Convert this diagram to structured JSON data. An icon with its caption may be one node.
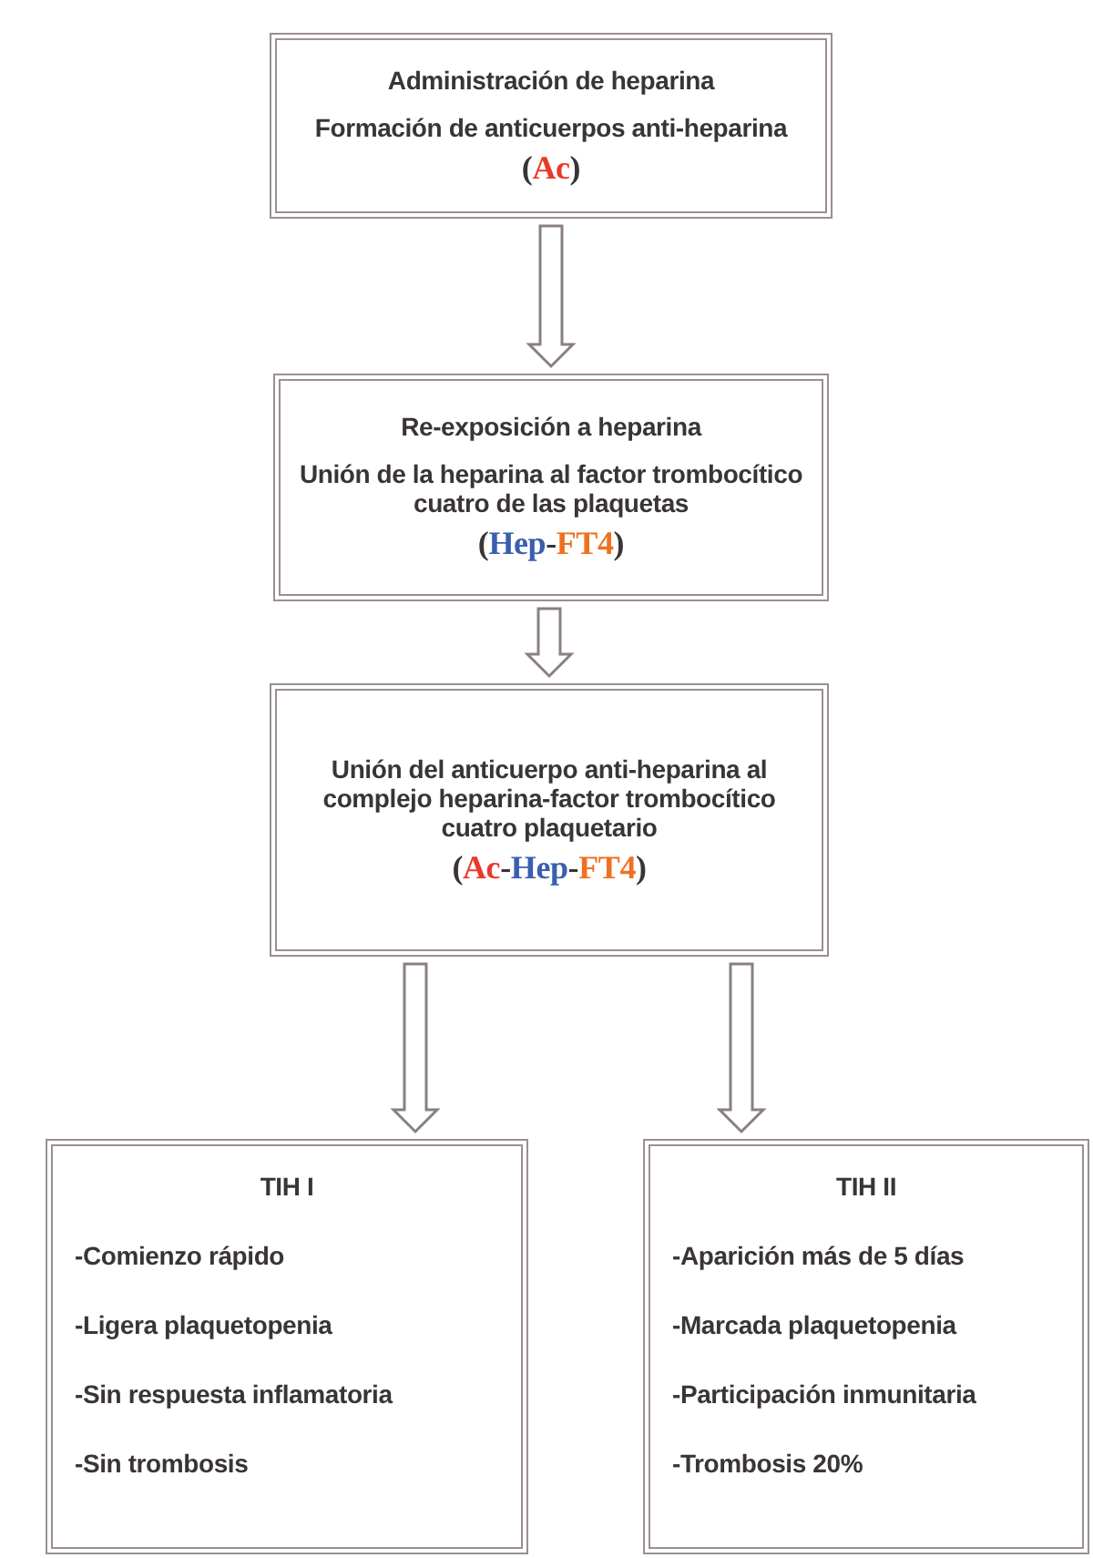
{
  "diagram": {
    "nodes": [
      {
        "text": [
          "Administración de heparina",
          "Formación de anticuerpos anti-heparina",
          "(Ac)"
        ]
      },
      {
        "text": [
          "Re-exposición a heparina",
          "Unión de la heparina al factor trombocítico cuatro de las plaquetas",
          "(Hep-FT4)"
        ]
      },
      {
        "text": [
          "Unión del anticuerpo anti-heparina al complejo heparina-factor trombocítico cuatro plaquetario",
          "(Ac-Hep-FT4)"
        ]
      },
      {
        "text": [
          "TIH I",
          "-Comienzo rápido",
          "-Ligera plaquetopenia",
          "-Sin respuesta inflamatoria",
          "-Sin trombosis"
        ]
      },
      {
        "text": [
          "TIH II",
          "-Aparición más de 5 días",
          "-Marcada plaquetopenia",
          "-Participación inmunitaria",
          "-Trombosis 20%"
        ]
      }
    ],
    "edges": [
      {
        "from": 0,
        "to": 1,
        "arrow": "to"
      },
      {
        "from": 1,
        "to": 2,
        "arrow": "to"
      },
      {
        "from": 2,
        "to": 3,
        "arrow": "to"
      },
      {
        "from": 2,
        "to": 4,
        "arrow": "to"
      }
    ]
  }
}
